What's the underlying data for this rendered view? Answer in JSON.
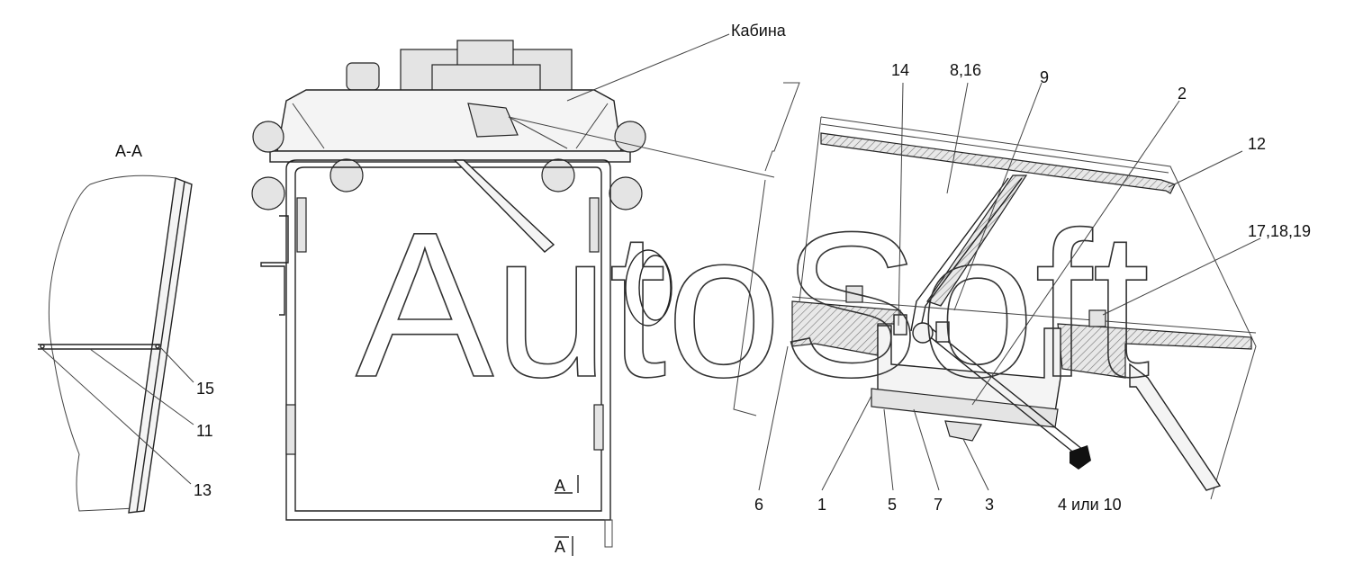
{
  "labels": {
    "cabin": "Кабина",
    "section": "А-А",
    "p14": "14",
    "p8_16": "8,16",
    "p9": "9",
    "p2": "2",
    "p12": "12",
    "p17_18_19": "17,18,19",
    "p15": "15",
    "p11": "11",
    "p13": "13",
    "p6": "6",
    "p1": "1",
    "p5": "5",
    "p7": "7",
    "p3": "3",
    "p4_10": "4 или 10",
    "cut_mark_a1": "A",
    "cut_mark_a2": "A"
  },
  "watermark": "AutoSoft"
}
